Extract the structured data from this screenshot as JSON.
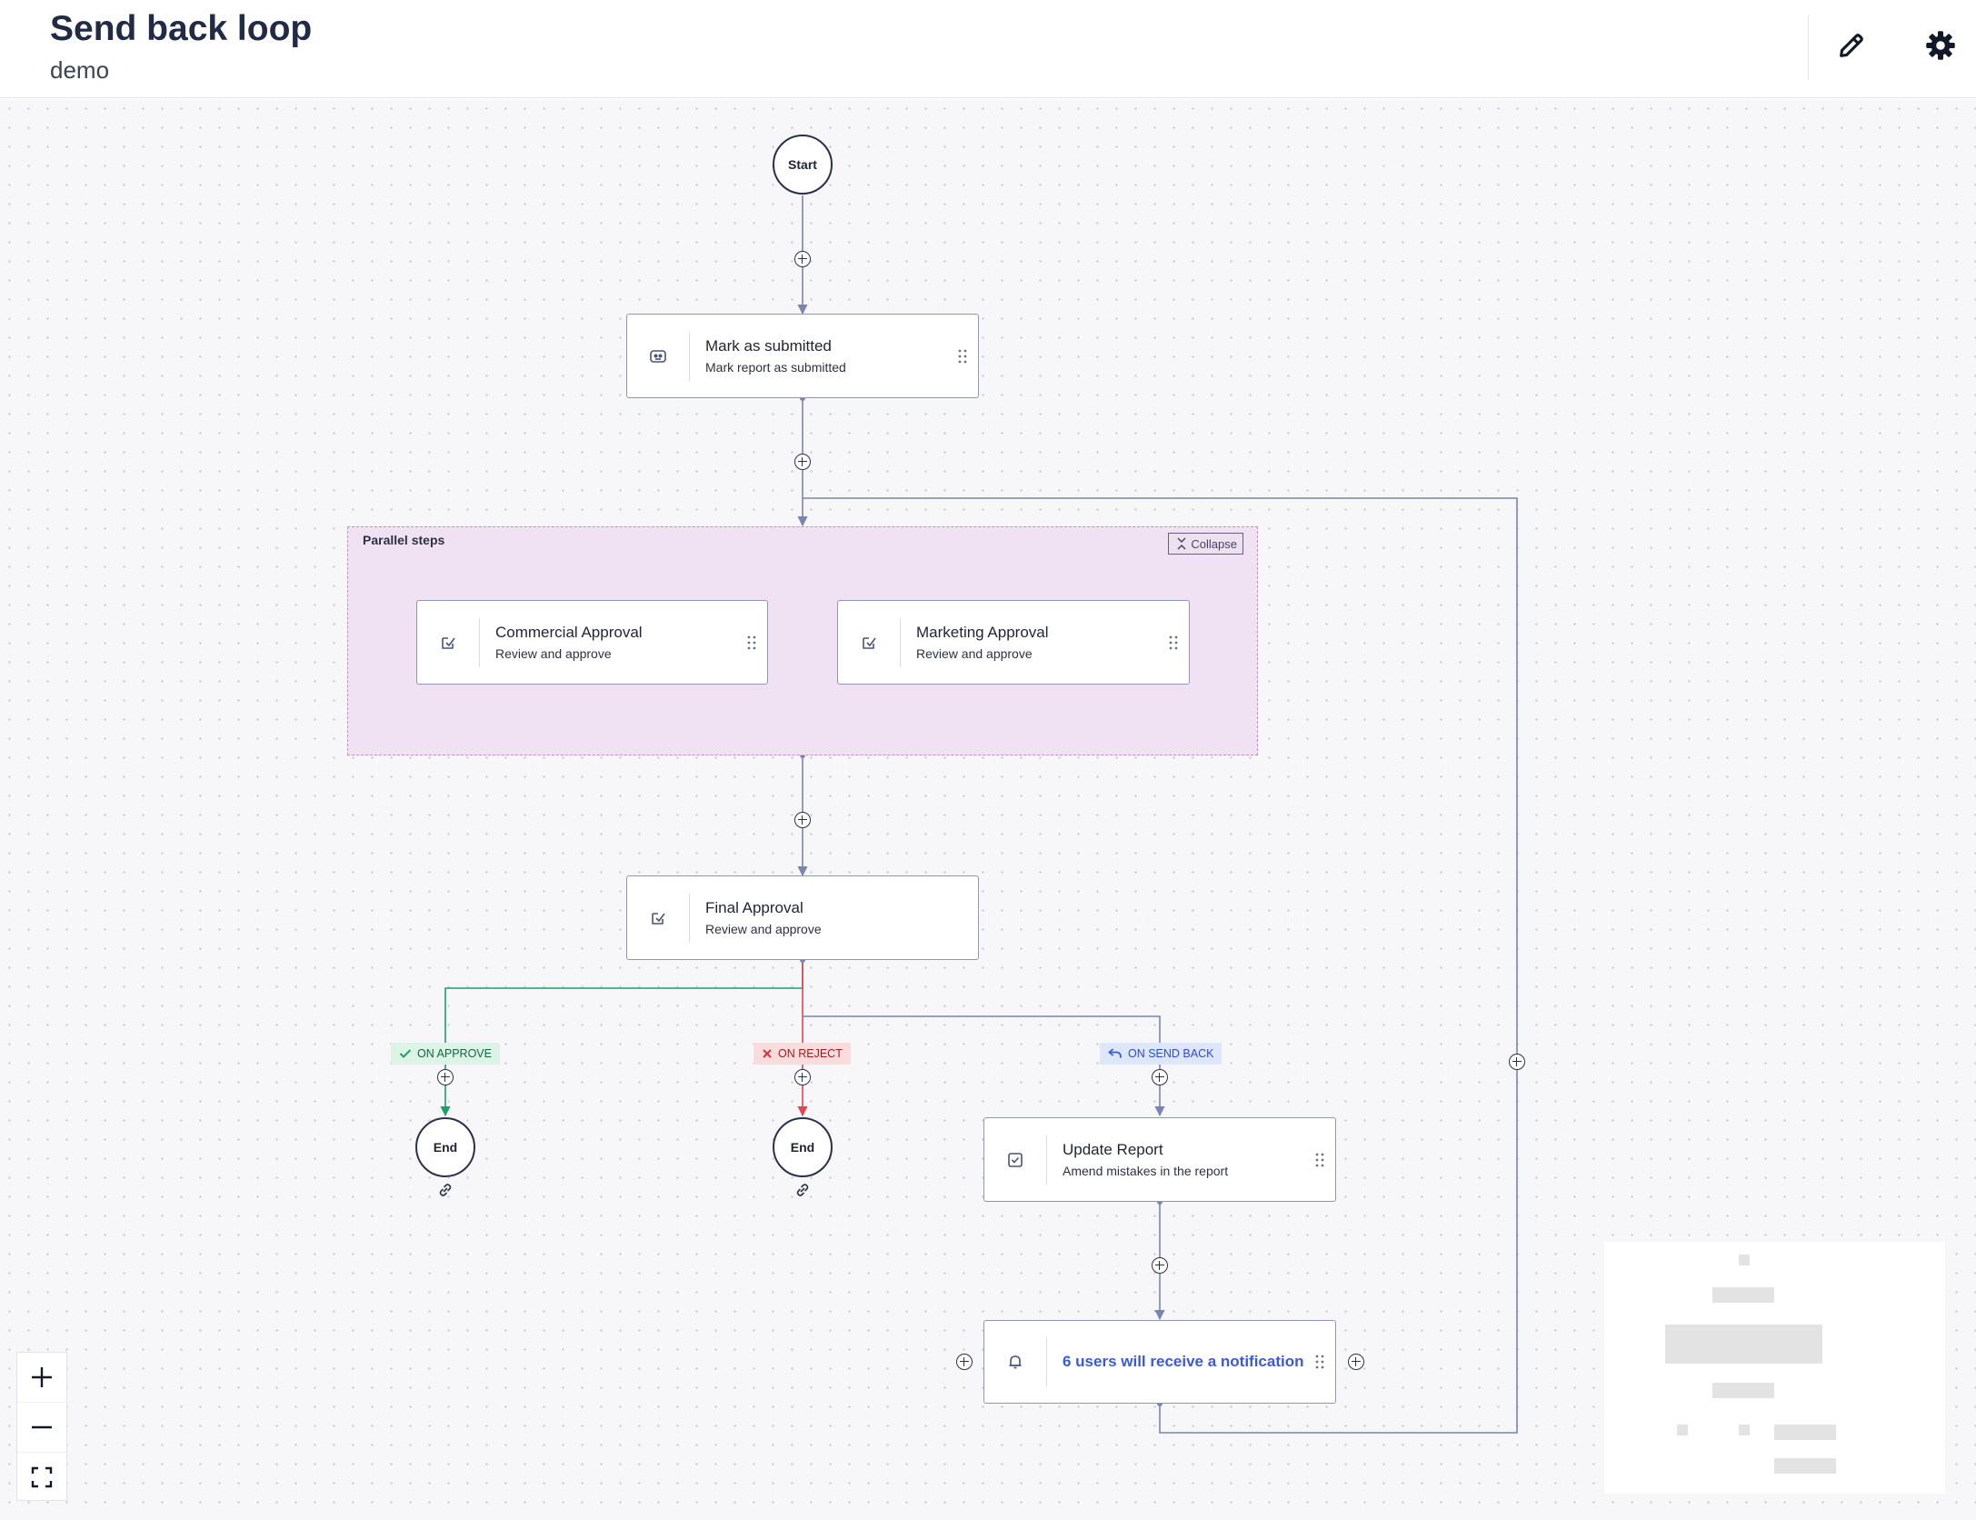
{
  "header": {
    "title": "Send back loop",
    "subtitle": "demo",
    "edit_icon": "pencil-icon",
    "settings_icon": "gear-icon"
  },
  "flow": {
    "start_label": "Start",
    "mark_submitted": {
      "title": "Mark as submitted",
      "description": "Mark report as submitted",
      "icon": "robot-icon"
    },
    "parallel": {
      "label": "Parallel steps",
      "collapse_label": "Collapse"
    },
    "commercial": {
      "title": "Commercial Approval",
      "description": "Review and approve",
      "icon": "approval-icon"
    },
    "marketing": {
      "title": "Marketing Approval",
      "description": "Review and approve",
      "icon": "approval-icon"
    },
    "final": {
      "title": "Final Approval",
      "description": "Review and approve",
      "icon": "approval-icon"
    },
    "branches": {
      "approve": "ON APPROVE",
      "reject": "ON REJECT",
      "send_back": "ON SEND BACK"
    },
    "end_label": "End",
    "update_report": {
      "title": "Update Report",
      "description": "Amend mistakes in the report",
      "icon": "checkbox-icon"
    },
    "notification": {
      "title": "6 users will receive a notification",
      "icon": "bell-icon"
    }
  },
  "colors": {
    "edge": "#7a84b0",
    "approve": "#1f9d6b",
    "reject": "#e0474f",
    "send_back": "#3b5bdb",
    "group_fill": "#f1e2f3"
  }
}
